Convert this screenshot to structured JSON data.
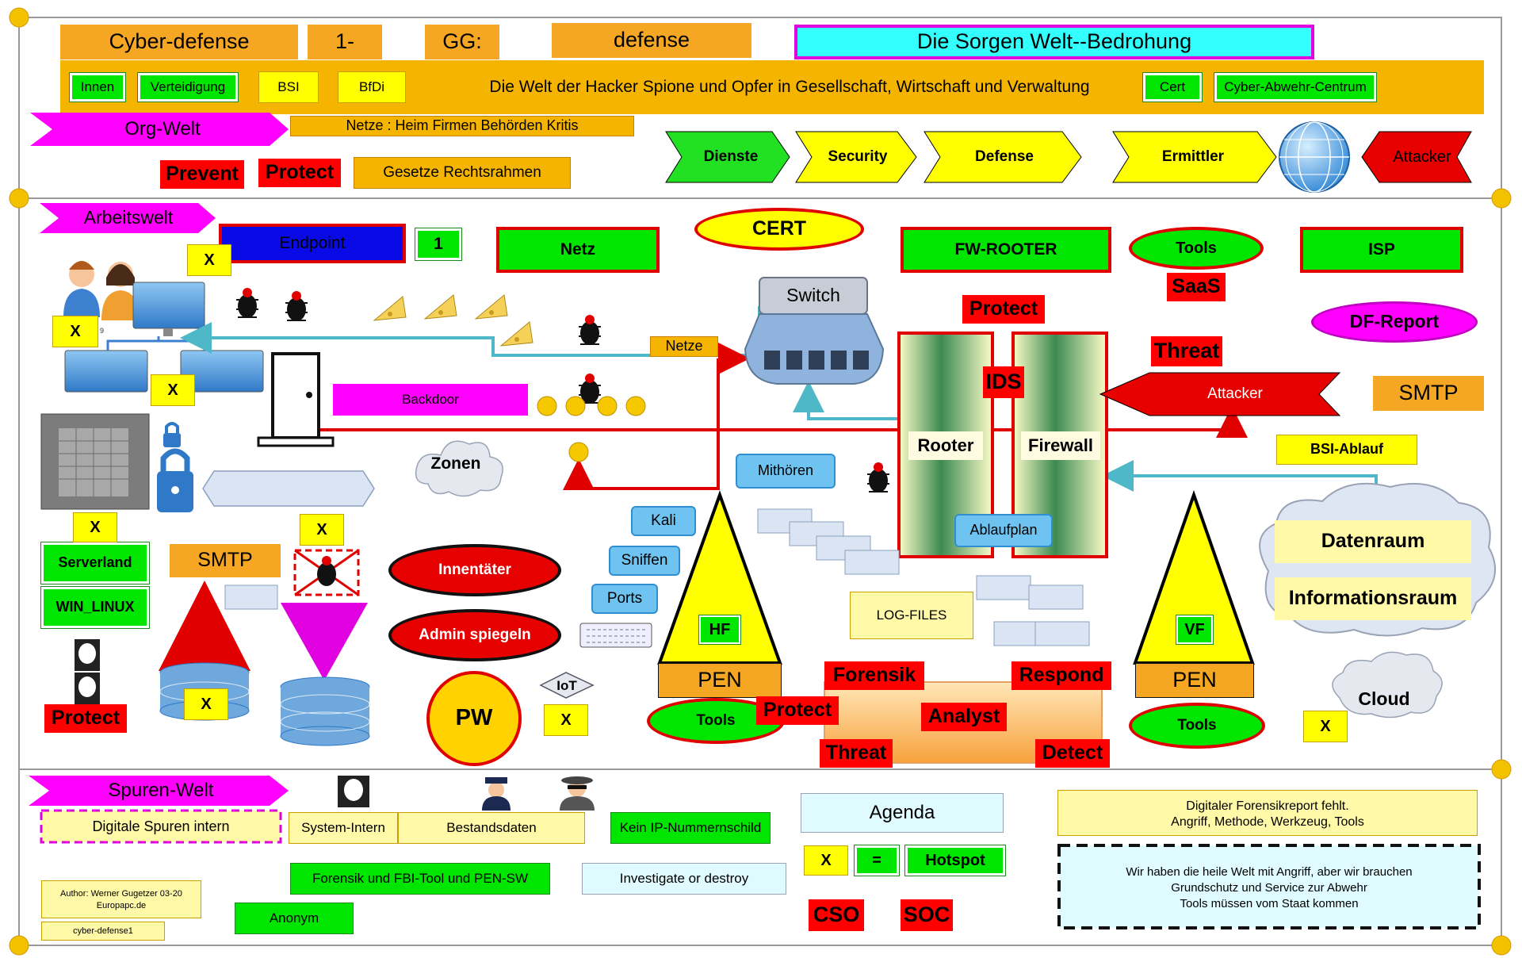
{
  "header": {
    "title": "Cyber-defense",
    "number": "1-",
    "gg": "GG:",
    "defense": "defense",
    "worry": "Die Sorgen Welt--Bedrohung",
    "innen": "Innen",
    "verteidigung": "Verteidigung",
    "bsi": "BSI",
    "bfdi": "BfDi",
    "banner": "Die Welt der Hacker Spione und Opfer in Gesellschaft, Wirtschaft und Verwaltung",
    "cert": "Cert",
    "abwehr": "Cyber-Abwehr-Centrum",
    "org_welt": "Org-Welt",
    "netze": "Netze : Heim Firmen Behörden Kritis",
    "prevent": "Prevent",
    "protect": "Protect",
    "gesetze": "Gesetze Rechtsrahmen",
    "chevrons": [
      "Dienste",
      "Security",
      "Defense",
      "Ermittler"
    ],
    "attacker": "Attacker"
  },
  "work": {
    "arbeitswelt": "Arbeitswelt",
    "endpoint": "Endpoint",
    "one": "1",
    "netz": "Netz",
    "cert": "CERT",
    "fw_rooter": "FW-ROOTER",
    "tools": "Tools",
    "saas": "SaaS",
    "isp": "ISP",
    "switch": "Switch",
    "protect": "Protect",
    "df_report": "DF-Report",
    "netze": "Netze",
    "threat": "Threat",
    "ids": "IDS",
    "attacker": "Attacker",
    "smtp_right": "SMTP",
    "backdoor": "Backdoor",
    "rooter": "Rooter",
    "firewall": "Firewall",
    "bsi_ablauf": "BSI-Ablauf",
    "zonen": "Zonen",
    "mithoeren": "Mithören",
    "ablaufplan": "Ablaufplan",
    "kali": "Kali",
    "sniffen": "Sniffen",
    "ports": "Ports",
    "datenraum": "Datenraum",
    "informationsraum": "Informationsraum",
    "serverland": "Serverland",
    "win_linux": "WIN_LINUX",
    "smtp_left": "SMTP",
    "innentaeter": "Innentäter",
    "admin_spiegeln": "Admin spiegeln",
    "log_files": "LOG-FILES",
    "hf": "HF",
    "vf": "VF",
    "pen": "PEN",
    "forensik": "Forensik",
    "respond": "Respond",
    "analyst": "Analyst",
    "threat2": "Threat",
    "detect": "Detect",
    "protect_left": "Protect",
    "pw": "PW",
    "iot": "IoT",
    "cloud": "Cloud",
    "x": "X",
    "fig_small": "9"
  },
  "traces": {
    "spuren_welt": "Spuren-Welt",
    "digitale_spuren": "Digitale Spuren intern",
    "system_intern": "System-Intern",
    "bestandsdaten": "Bestandsdaten",
    "kein_ip": "Kein IP-Nummernschild",
    "agenda": "Agenda",
    "report_note_1": "Digitaler Forensikreport fehlt.",
    "report_note_2": "Angriff, Methode, Werkzeug, Tools",
    "forensik_fbi": "Forensik und FBI-Tool und PEN-SW",
    "investigate": "Investigate or destroy",
    "x": "X",
    "eq": "=",
    "hotspot": "Hotspot",
    "world_1": "Wir haben die heile Welt mit Angriff, aber wir brauchen",
    "world_2": "Grundschutz und Service zur Abwehr",
    "world_3": "Tools müssen vom Staat kommen",
    "author_1": "Author: Werner Gugetzer  03-20",
    "author_2": "Europapc.de",
    "anonym": "Anonym",
    "cso": "CSO",
    "soc": "SOC",
    "file_id": "cyber-defense1"
  },
  "colors": {
    "orange": "#f5a623",
    "green": "#00e600",
    "yellow": "#ffff00",
    "red": "#ff0000",
    "magenta": "#ff00ff",
    "cyan": "#33ffff",
    "blue": "#0a0ae6",
    "pale_yellow": "#fff9a8",
    "pale_cyan": "#dffbff",
    "teal_wire": "#4fb8c8"
  },
  "icons": [
    "globe-icon",
    "bug-icon",
    "cheese-icon",
    "user-icon",
    "monitor-icon",
    "door-icon",
    "lock-icon",
    "server-icon",
    "database-icon",
    "keyboard-icon",
    "anonymous-mask-icon",
    "police-icon",
    "spy-icon",
    "cloud-icon"
  ]
}
